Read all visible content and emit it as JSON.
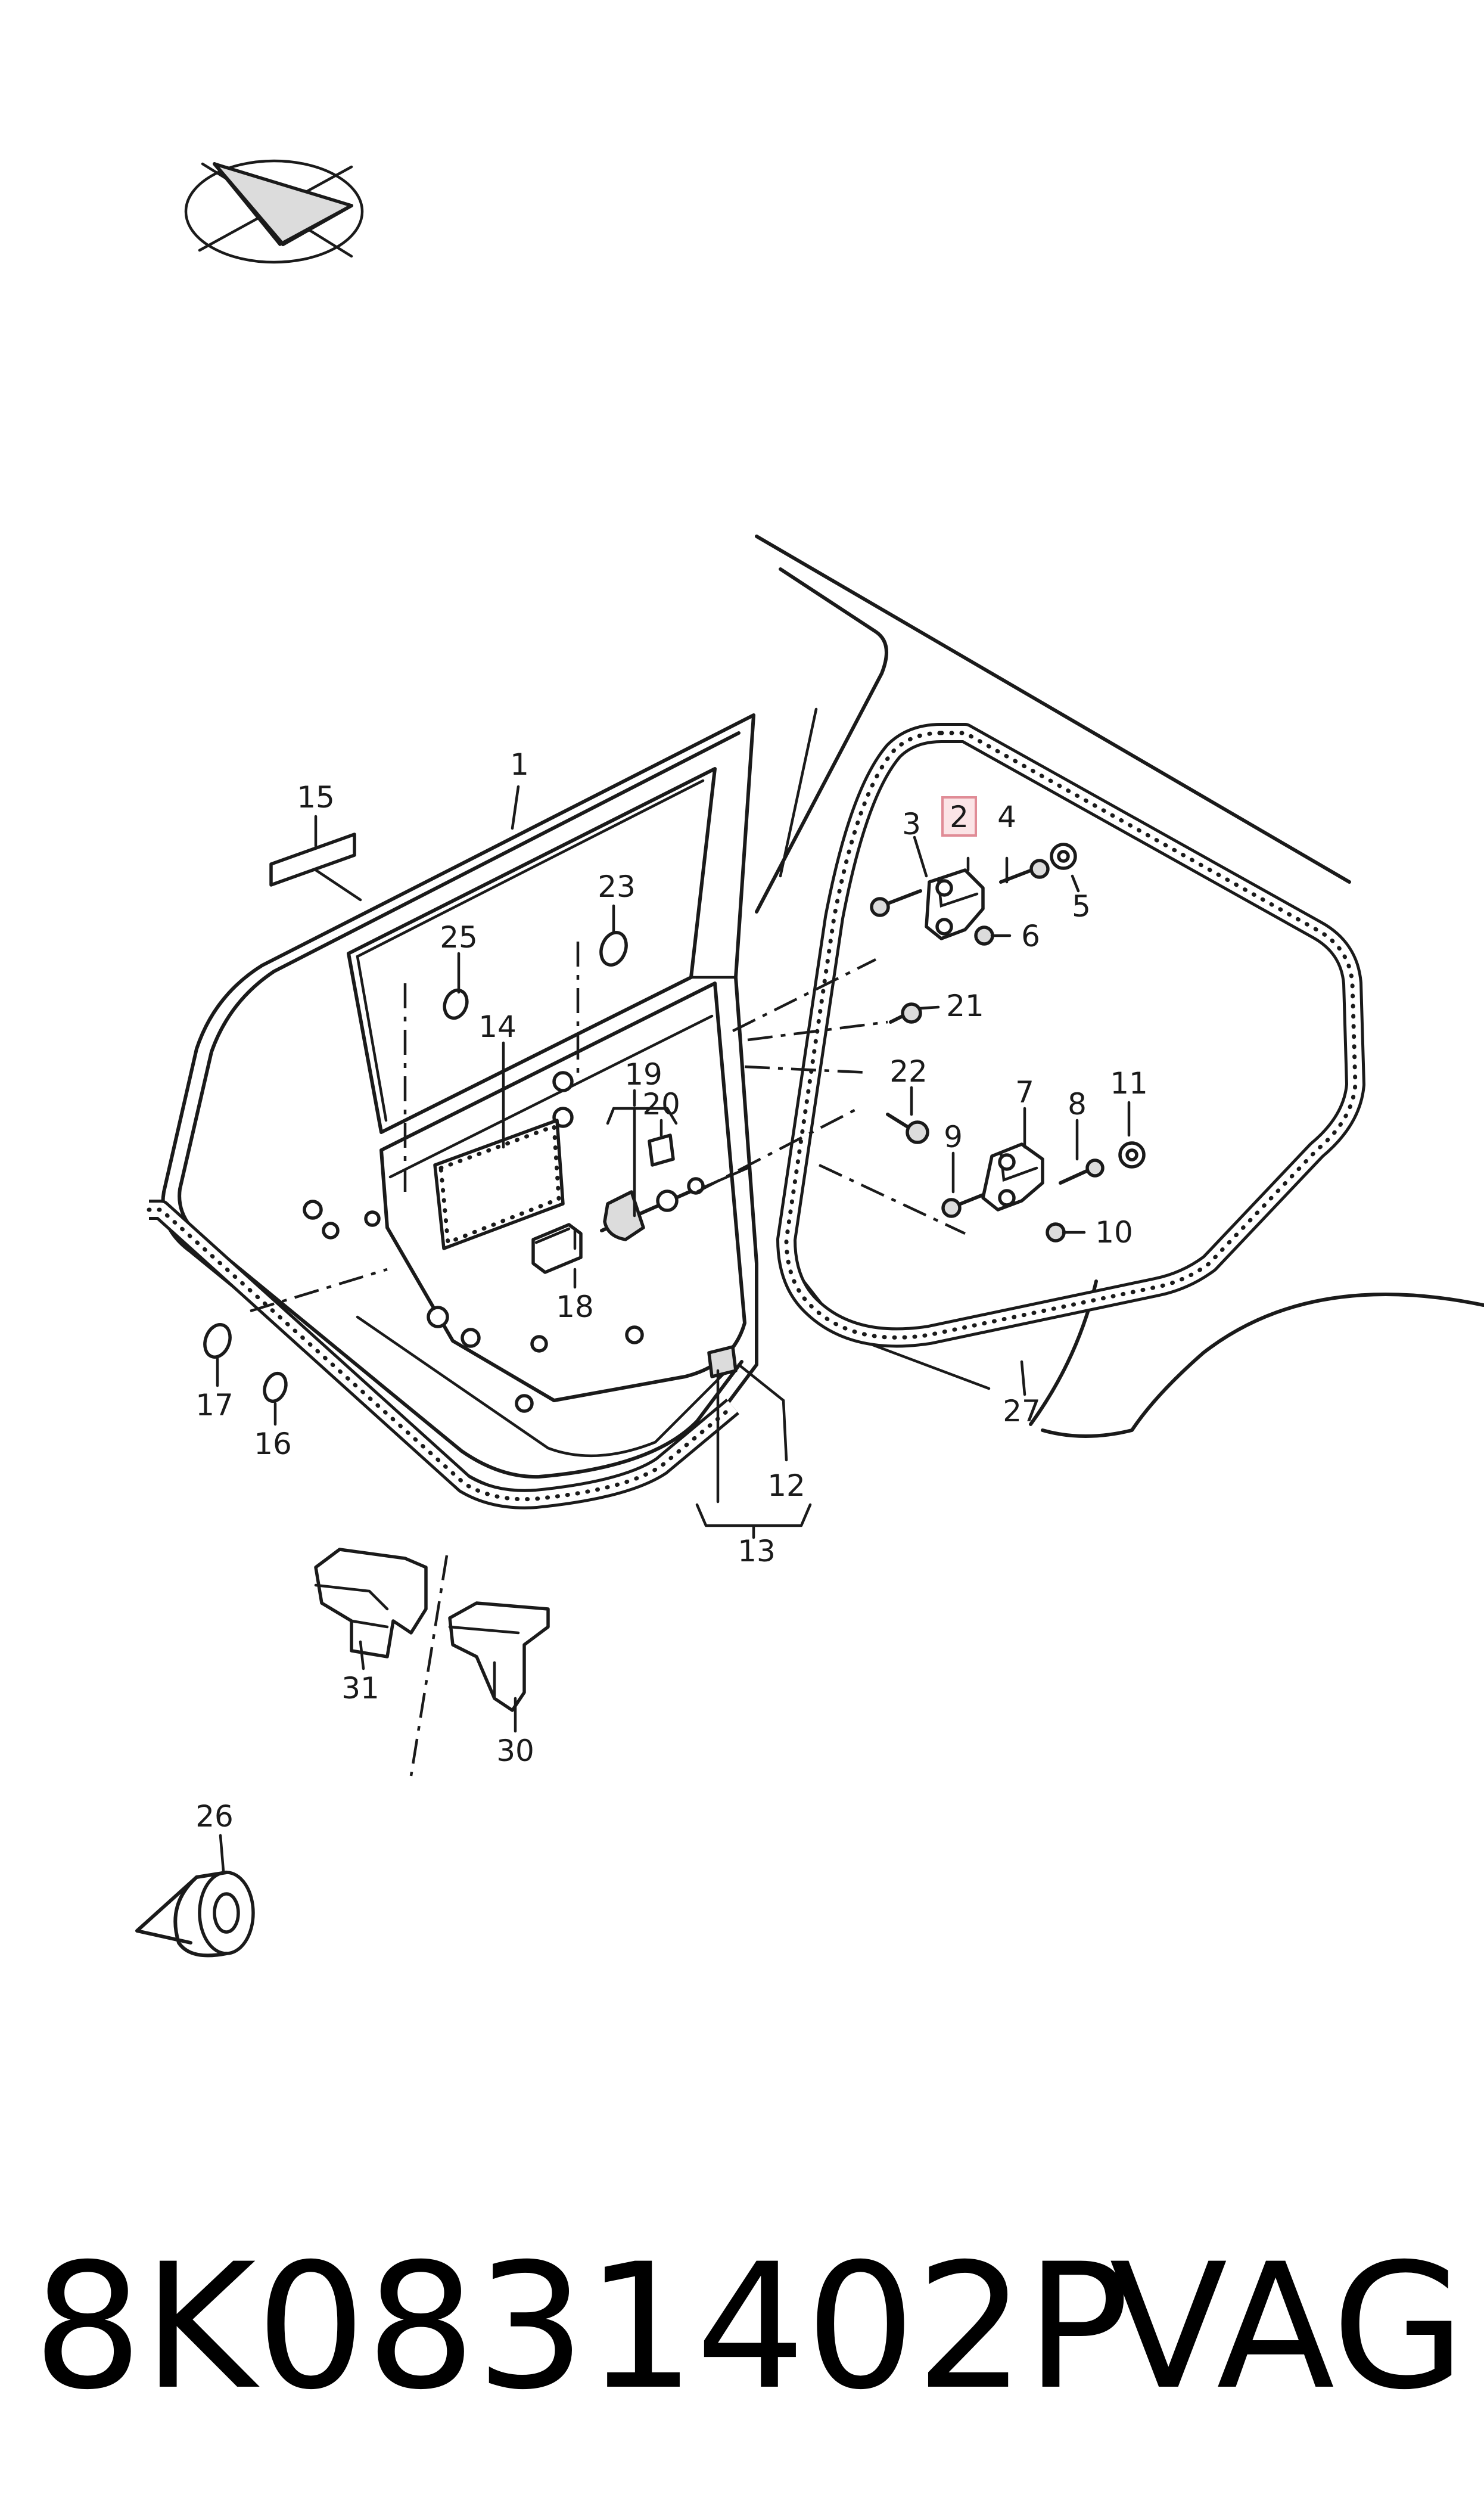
{
  "callouts": {
    "c1": "1",
    "c2": "2",
    "c3": "3",
    "c4": "4",
    "c5": "5",
    "c6": "6",
    "c7": "7",
    "c8": "8",
    "c9": "9",
    "c10": "10",
    "c11": "11",
    "c12": "12",
    "c13": "13",
    "c14": "14",
    "c15": "15",
    "c16": "16",
    "c17": "17",
    "c18": "18",
    "c19": "19",
    "c20": "20",
    "c21": "21",
    "c22": "22",
    "c23": "23",
    "c25": "25",
    "c26": "26",
    "c27": "27",
    "c30": "30",
    "c31": "31"
  },
  "highlighted_callout": "2",
  "footer": {
    "part_number": "8K0831402P",
    "brand": "VAG"
  },
  "colors": {
    "ink": "#1a1a1a",
    "highlight_fill": "#fbe4e6",
    "highlight_border": "#e08c96"
  }
}
